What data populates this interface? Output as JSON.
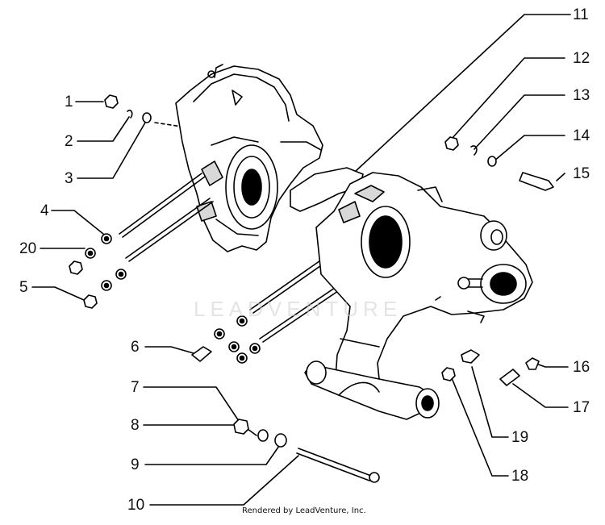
{
  "callouts": [
    "1",
    "2",
    "3",
    "4",
    "20",
    "5",
    "6",
    "7",
    "8",
    "9",
    "10",
    "11",
    "12",
    "13",
    "14",
    "15",
    "16",
    "17",
    "19",
    "18"
  ],
  "watermark": "LEADVENTURE",
  "credit": "Rendered by LeadVenture, Inc."
}
